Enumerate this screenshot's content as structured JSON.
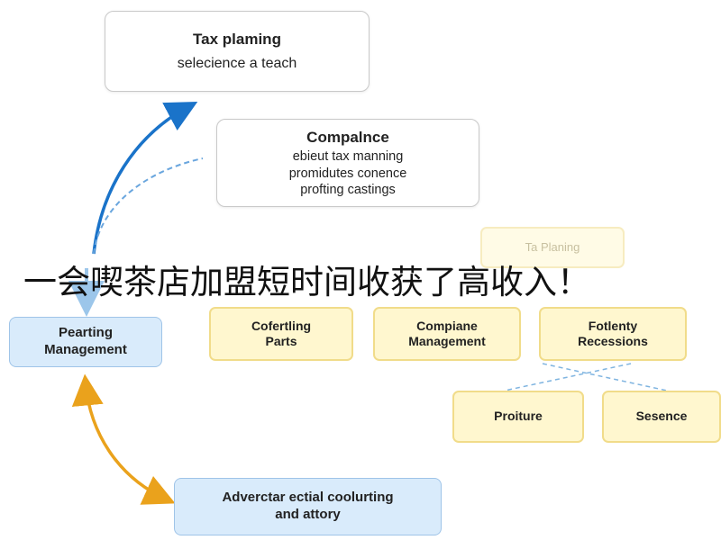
{
  "nodes": {
    "tax_planning": {
      "title": "Tax plaming",
      "line2": "selecience a teach"
    },
    "compliance": {
      "title": "Compalnce",
      "lines": [
        "ebieut tax manning",
        "promidutes conence",
        "profting castings"
      ]
    },
    "faded_top": {
      "label": "Ta Planing"
    },
    "cofertling_parts": {
      "lines": [
        "Cofertling",
        "Parts"
      ]
    },
    "compiane_management": {
      "lines": [
        "Compiane",
        "Management"
      ]
    },
    "fotlenty_recessions": {
      "lines": [
        "Fotlenty",
        "Recessions"
      ]
    },
    "proiture": {
      "label": "Proiture"
    },
    "sesence": {
      "label": "Sesence"
    },
    "pearting_management": {
      "lines": [
        "Pearting",
        "Management"
      ]
    },
    "adverctar": {
      "lines": [
        "Adverctar ectial coolurting",
        "and attory"
      ]
    }
  },
  "banner": {
    "text": "一会喫茶店加盟短时间收获了高收入！"
  },
  "colors": {
    "arrow_blue": "#1a73c9",
    "arrow_blue_dashed": "#6aa6de",
    "arrow_orange": "#eaa21c",
    "link_dashed": "#7fb4e0",
    "yellow_fill": "#fff7cf",
    "yellow_border": "#f1dc8a",
    "blue_fill": "#d9ebfb"
  }
}
